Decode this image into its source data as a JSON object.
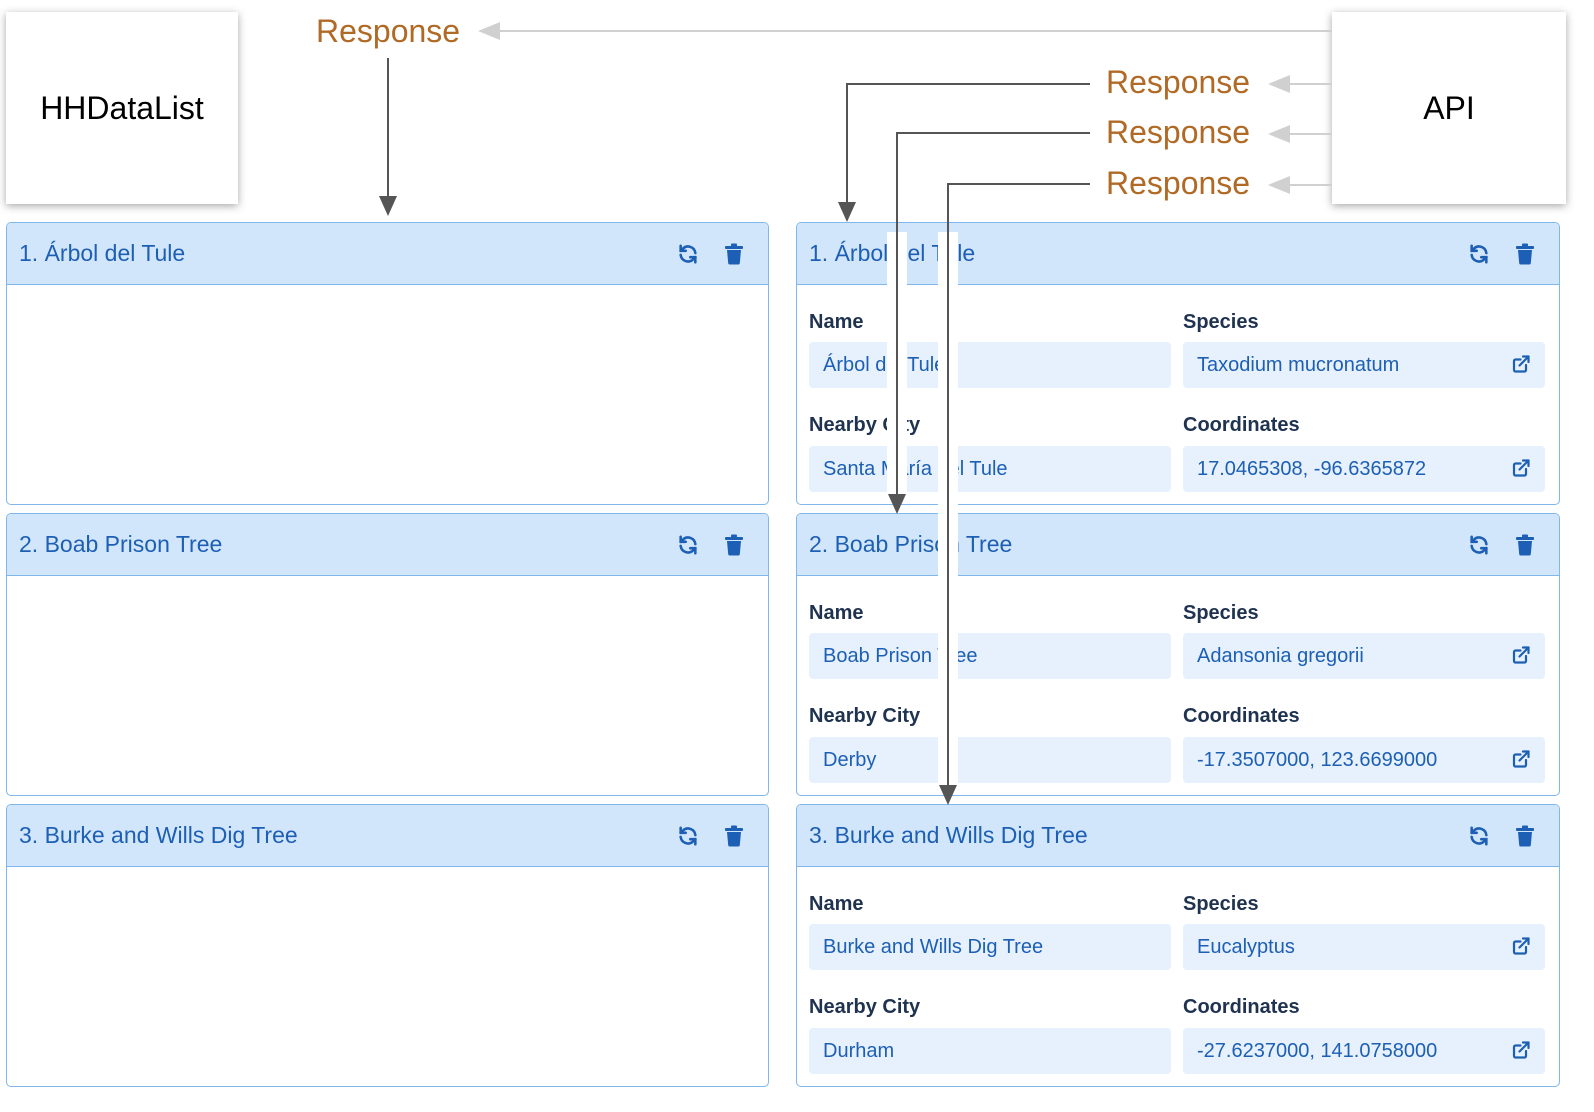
{
  "diagram": {
    "left_box_label": "HHDataList",
    "right_box_label": "API",
    "response_labels": [
      "Response",
      "Response",
      "Response",
      "Response"
    ]
  },
  "colors": {
    "header_bg": "#d2e6fb",
    "border": "#7fb6ec",
    "title_text": "#1d5fb4",
    "field_bg": "#e6f1fd",
    "response_text": "#b06a26"
  },
  "labels": {
    "name": "Name",
    "species": "Species",
    "city": "Nearby City",
    "coords": "Coordinates"
  },
  "left_cards": [
    {
      "title": "1. Árbol del Tule"
    },
    {
      "title": "2. Boab Prison Tree"
    },
    {
      "title": "3. Burke and Wills Dig Tree"
    }
  ],
  "right_cards": [
    {
      "title": "1. Árbol del Tule",
      "name": "Árbol del Tule",
      "species": "Taxodium mucronatum",
      "city": "Santa María del Tule",
      "coords": "17.0465308, -96.6365872"
    },
    {
      "title": "2. Boab Prison Tree",
      "name": "Boab Prison Tree",
      "species": "Adansonia gregorii",
      "city": "Derby",
      "coords": "-17.3507000, 123.6699000"
    },
    {
      "title": "3. Burke and Wills Dig Tree",
      "name": "Burke and Wills Dig Tree",
      "species": "Eucalyptus",
      "city": "Durham",
      "coords": "-27.6237000, 141.0758000"
    }
  ],
  "icons": {
    "refresh": "refresh-icon",
    "delete": "trash-icon",
    "external": "external-link-icon"
  }
}
